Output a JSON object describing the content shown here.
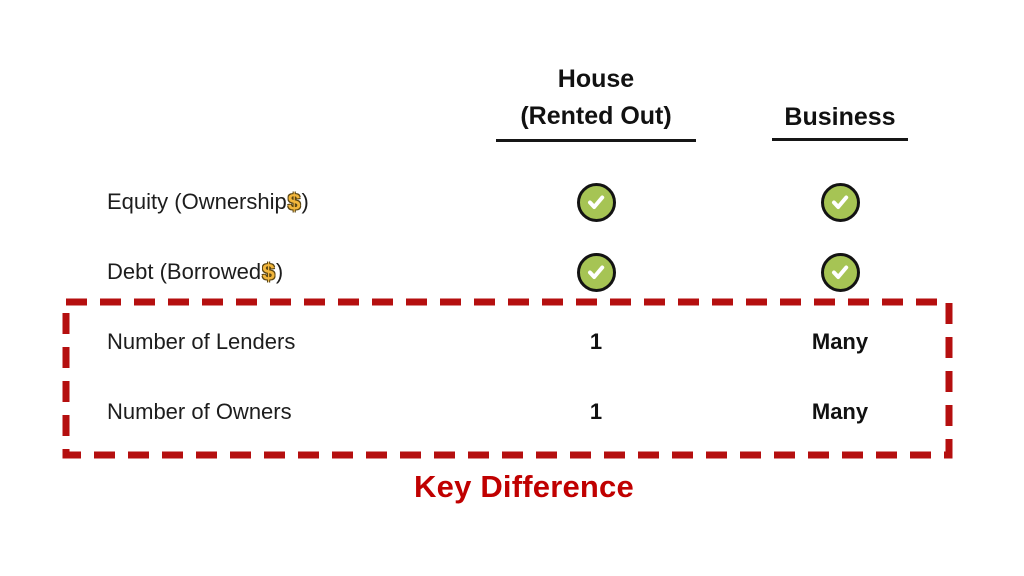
{
  "colors": {
    "background": "#FFFFFF",
    "text": "#1D1D1D",
    "header_underline": "#161616",
    "check_green": "#A6C454",
    "check_ring": "#131313",
    "check_mark": "#FFFFFF",
    "dollar_yellow": "#F2B63C",
    "highlight_red": "#B50F0F",
    "caption_red": "#C00000"
  },
  "table": {
    "columns": [
      {
        "id": "house",
        "title_line1": "House",
        "title_line2": "(Rented Out)"
      },
      {
        "id": "business",
        "title": "Business"
      }
    ],
    "rows": [
      {
        "label": "Equity (Ownership",
        "dollar": "$",
        "paren": ")",
        "house": "check",
        "business": "check"
      },
      {
        "label": "Debt (Borrowed",
        "dollar": "$",
        "paren": ")",
        "house": "check",
        "business": "check"
      },
      {
        "label": "Number of Lenders",
        "house": "1",
        "business": "Many"
      },
      {
        "label": "Number of Owners",
        "house": "1",
        "business": "Many"
      }
    ]
  },
  "highlight": {
    "caption": "Key Difference",
    "rows_enclosed": [
      "Number of Lenders",
      "Number of Owners"
    ]
  }
}
